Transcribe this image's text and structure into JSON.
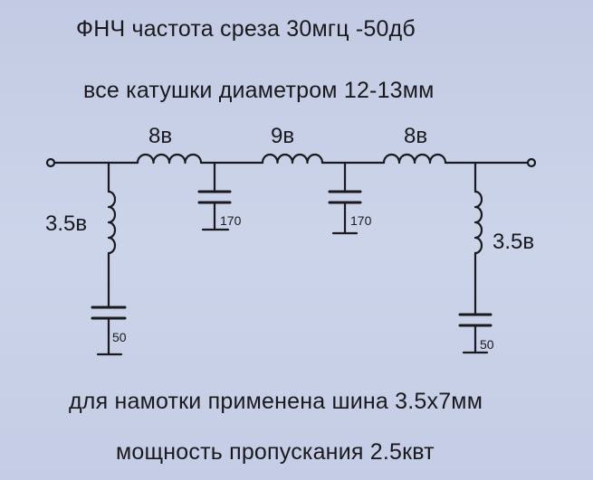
{
  "texts": {
    "title": "ФНЧ  частота среза 30мгц -50дб",
    "subtitle": "все катушки диаметром 12-13мм",
    "wire_note": "для намотки применена шина 3.5х7мм",
    "power_note": "мощность пропускания  2.5квт"
  },
  "components": {
    "coil_series_1": "8в",
    "coil_series_2": "9в",
    "coil_series_3": "8в",
    "coil_shunt_left": "3.5в",
    "coil_shunt_right": "3.5в",
    "cap_shunt_1": "170",
    "cap_shunt_2": "170",
    "cap_bottom_left": "50",
    "cap_bottom_right": "50"
  }
}
